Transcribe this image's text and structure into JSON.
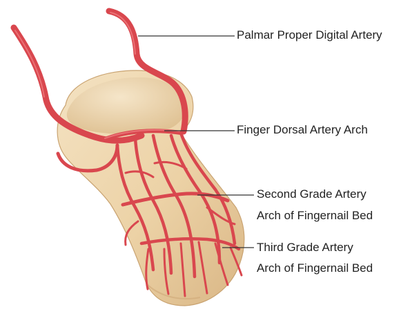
{
  "labels": {
    "palmar_proper_digital_artery": "Palmar Proper Digital Artery",
    "finger_dorsal_artery_arch": "Finger Dorsal Artery Arch",
    "second_grade_line1": "Second Grade Artery",
    "second_grade_line2": "Arch of Fingernail Bed",
    "third_grade_line1": "Third Grade Artery",
    "third_grade_line2": "Arch of Fingernail Bed"
  },
  "colors": {
    "artery": "#d9474e",
    "artery_highlight": "#ee7a7e",
    "bone": "#efd9b3",
    "bone_shadow": "#d8b887",
    "leader_line": "#333333",
    "text": "#222222"
  }
}
